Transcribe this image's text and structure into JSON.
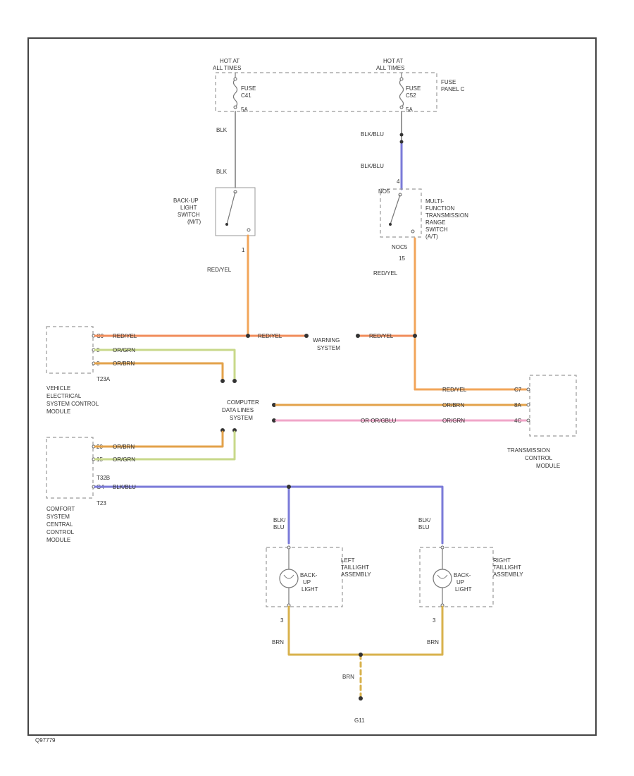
{
  "colors": {
    "blk": "#9a9a9a",
    "blk_blu": "#7a7ad8",
    "red_yel": "#f2a55a",
    "red_yel_line": "#f08c5a",
    "or_brn": "#e3a24a",
    "or_grn": "#c8d88a",
    "or_blu": "#f0a6c8",
    "brn": "#d8b24c",
    "frame": "#444444"
  },
  "fuse_panel": {
    "hot1_line1": "HOT AT",
    "hot1_line2": "ALL TIMES",
    "hot2_line1": "HOT AT",
    "hot2_line2": "ALL TIMES",
    "fuse1_line1": "FUSE",
    "fuse1_line2": "C41",
    "fuse1_line3": "5A",
    "fuse2_line1": "FUSE",
    "fuse2_line2": "C52",
    "fuse2_line3": "5A",
    "panel_line1": "FUSE",
    "panel_line2": "PANEL C"
  },
  "wires": {
    "blk_top": "BLK",
    "blk_mid": "BLK",
    "blkblu_top": "BLK/BLU",
    "blkblu_mid": "BLK/BLU",
    "pin_4": "4",
    "pin_1": "1",
    "pin_15": "15",
    "noc5": "NOC5",
    "redyel_left": "RED/YEL",
    "redyel_right": "RED/YEL",
    "redyel_vescm": "RED/YEL",
    "redyel_bus1": "RED/YEL",
    "redyel_bus2": "RED/YEL",
    "orgrn_1": "OR/GRN",
    "orbrn_1": "OR/BRN",
    "orbrn_2": "OR/BRN",
    "orgrn_2": "OR/GRN",
    "blkblu_bus": "BLK/BLU",
    "redyel_tcm": "RED/YEL",
    "orbrn_tcm": "OR/BRN",
    "or_orgblu": "OR OR/GBLU",
    "orgrn_tcm": "OR/GRN",
    "blkblu_left_1": "BLK/",
    "blkblu_left_2": "BLU",
    "blkblu_right_1": "BLK/",
    "blkblu_right_2": "BLU",
    "brn_left": "BRN",
    "brn_right": "BRN",
    "brn_ground": "BRN",
    "pin_3a": "3",
    "pin_3b": "3"
  },
  "switch_left": {
    "line1": "BACK-UP",
    "line2": "LIGHT",
    "line3": "SWITCH",
    "line4": "(M/T)"
  },
  "switch_right": {
    "line1": "MULTI-",
    "line2": "FUNCTION",
    "line3": "TRANSMISSION",
    "line4": "RANGE",
    "line5": "SWITCH",
    "line6": "(A/T)",
    "pin_top": "NO5"
  },
  "modules": {
    "vescm_line1": "VEHICLE",
    "vescm_line2": "ELECTRICAL",
    "vescm_line3": "SYSTEM CONTROL",
    "vescm_line4": "MODULE",
    "vescm_conn": "T23A",
    "vescm_p1": "C9",
    "vescm_p2": "8",
    "vescm_p3": "8",
    "warning_line1": "WARNING",
    "warning_line2": "SYSTEM",
    "cds_line1": "COMPUTER",
    "cds_line2": "DATA LINES",
    "cds_line3": "SYSTEM",
    "ccm_line1": "COMFORT",
    "ccm_line2": "SYSTEM",
    "ccm_line3": "CENTRAL",
    "ccm_line4": "CONTROL",
    "ccm_line5": "MODULE",
    "ccm_conn1": "T32B",
    "ccm_conn2": "T23",
    "ccm_p1": "20",
    "ccm_p2": "15",
    "ccm_p3": "G4",
    "tcm_line1": "TRANSMISSION",
    "tcm_line2": "CONTROL",
    "tcm_line3": "MODULE",
    "tcm_p1": "C7",
    "tcm_p2": "8A",
    "tcm_p3": "4C"
  },
  "lamps": {
    "left_line1": "BACK-",
    "left_line2": "UP",
    "left_line3": "LIGHT",
    "left_asm1": "LEFT",
    "left_asm2": "TAILLIGHT",
    "left_asm3": "ASSEMBLY",
    "right_line1": "BACK-",
    "right_line2": "UP",
    "right_line3": "LIGHT",
    "right_asm1": "RIGHT",
    "right_asm2": "TAILLIGHT",
    "right_asm3": "ASSEMBLY"
  },
  "ground": {
    "label": "G11"
  },
  "footer": {
    "code": "Q97779"
  }
}
